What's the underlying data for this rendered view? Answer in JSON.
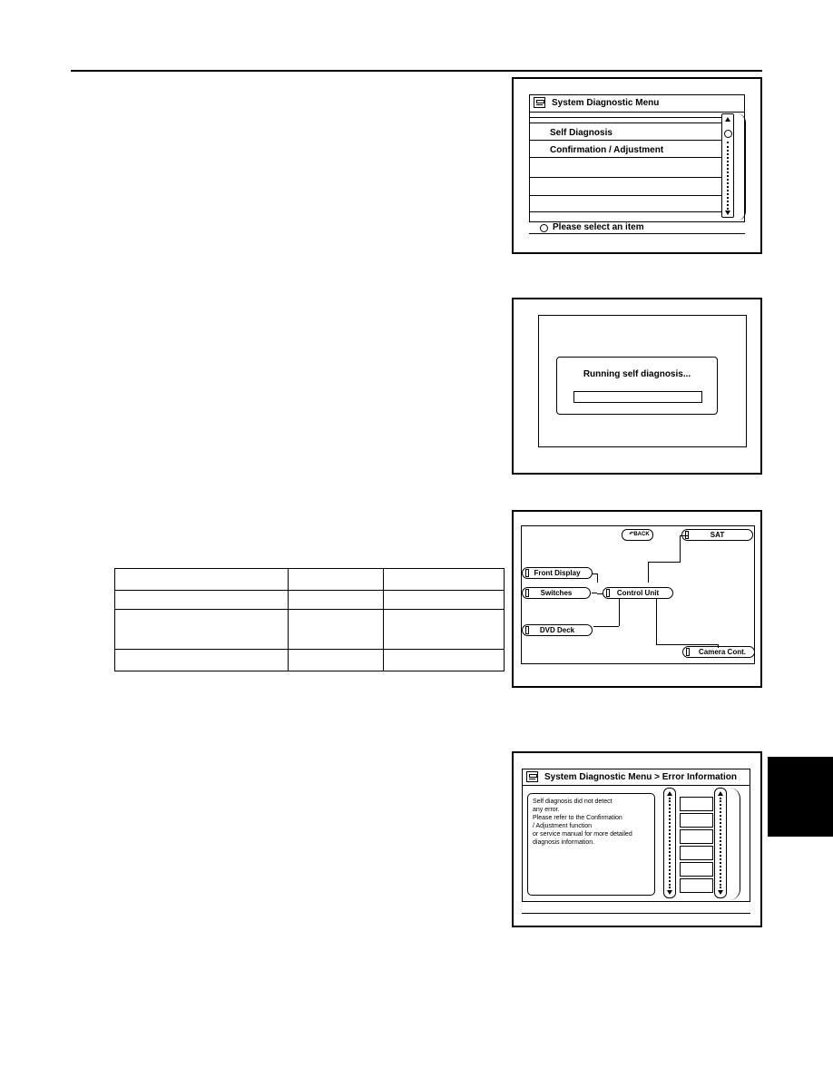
{
  "menu_screen": {
    "title": "System Diagnostic Menu",
    "items": [
      "Self Diagnosis",
      "Confirmation / Adjustment"
    ],
    "status": "Please select an item",
    "icons": [
      "menu-icon",
      "scroll-up-arrow-icon",
      "selection-circle-icon",
      "dial-icon"
    ]
  },
  "progress_screen": {
    "message": "Running self diagnosis...",
    "progress_percent": 0
  },
  "diagram_screen": {
    "back_label": "BACK",
    "nodes": {
      "sat": "SAT",
      "front_display": "Front Display",
      "switches": "Switches",
      "control_unit": "Control Unit",
      "dvd_deck": "DVD Deck",
      "camera_cont": "Camera Cont."
    }
  },
  "error_screen": {
    "title": "System Diagnostic Menu > Error Information",
    "message_lines": [
      "Self diagnosis did not detect",
      "any error.",
      "Please refer to the Confirmation",
      "/ Adjustment function",
      "or service manual for more detailed",
      "diagnosis information."
    ]
  },
  "colors": {
    "ink": "#000000",
    "paper": "#ffffff"
  }
}
